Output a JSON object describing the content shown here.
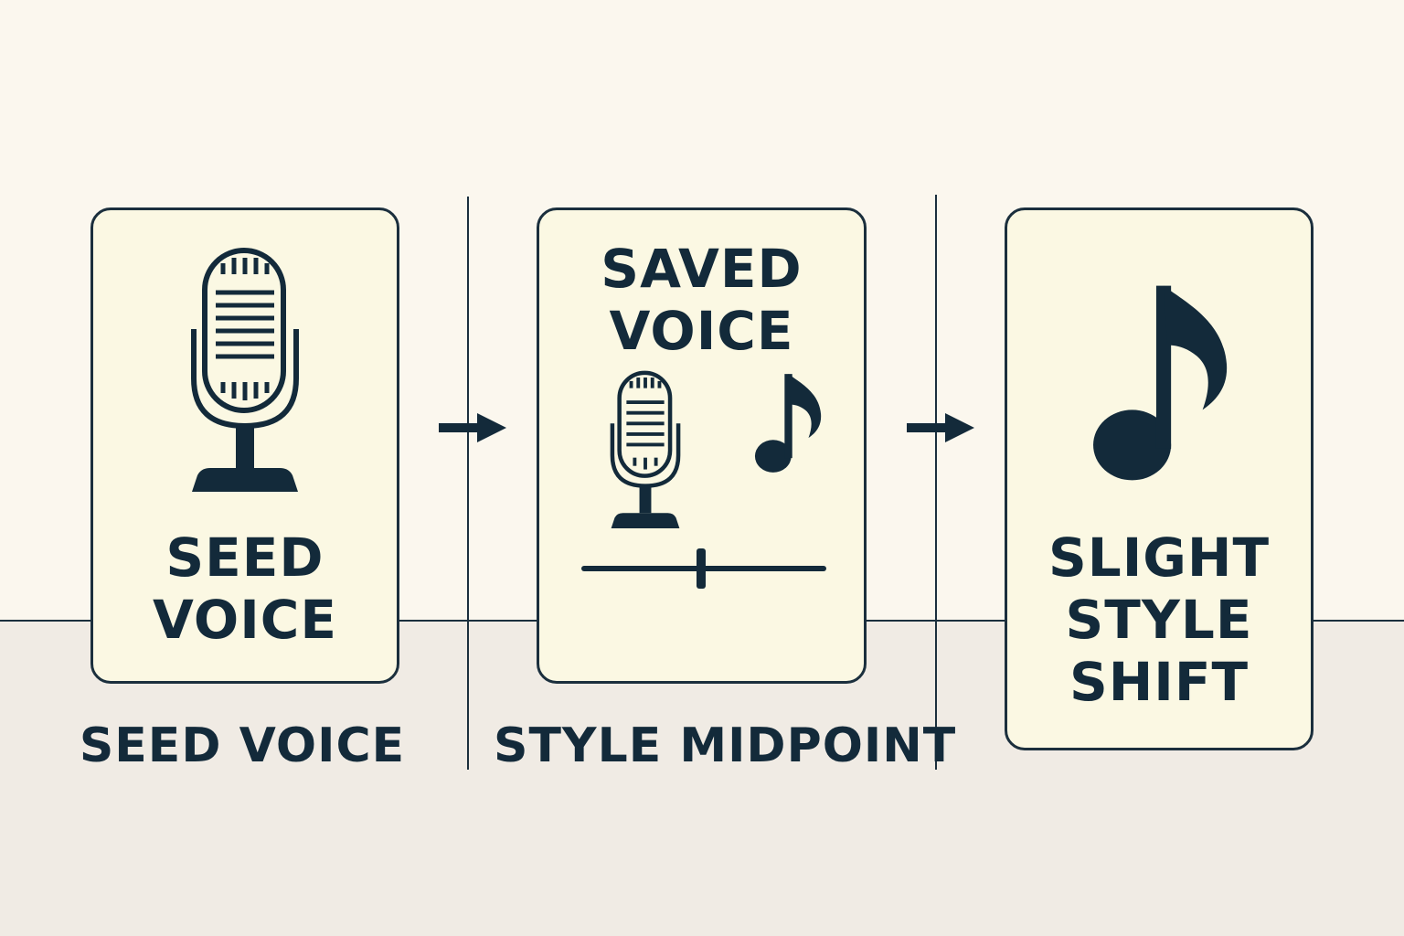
{
  "steps": [
    {
      "card_title": "SEED\nVOICE",
      "caption": "SEED VOICE",
      "icons": [
        "microphone-icon"
      ]
    },
    {
      "card_title": "SAVED\nVOICE",
      "caption": "STYLE MIDPOINT",
      "icons": [
        "microphone-icon",
        "music-note-icon",
        "slider-icon"
      ]
    },
    {
      "card_title": "SLIGHT\nSTYLE\nSHIFT",
      "caption": "",
      "icons": [
        "music-note-icon"
      ]
    }
  ],
  "connectors": [
    "arrow-right-icon",
    "arrow-right-icon"
  ],
  "colors": {
    "ink": "#132a3a",
    "card": "#fbf8e3",
    "background": "#fbf7ee",
    "floor": "#f0ebe4"
  }
}
